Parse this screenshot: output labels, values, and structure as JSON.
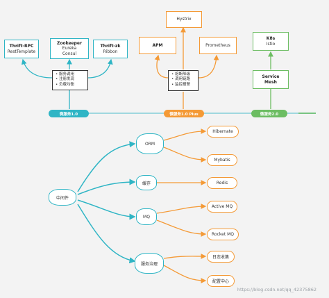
{
  "top_row": {
    "thrift_rpc": {
      "title": "Thrift-RPC",
      "sub": "RestTemplate"
    },
    "zookeeper": {
      "title": "Zookeeper",
      "sub1": "Eureka",
      "sub2": "Consul"
    },
    "thrift_zk": {
      "title": "Thrift-zk",
      "sub": "Ribbon"
    },
    "v1_list": [
      "• 服务调用",
      "• 注册发现",
      "• 负载均衡"
    ],
    "hystrix": "Hystrix",
    "apm": "APM",
    "prometheus": "Prometheus",
    "plus_list": [
      "• 熔断降级",
      "• 调用链路",
      "• 监控报警"
    ],
    "k8s": {
      "title": "K8s",
      "sub": "Istio"
    },
    "service_mesh": {
      "line1": "Service",
      "line2": "Mesh"
    }
  },
  "timeline": {
    "v1": "微服务1.0",
    "v1plus": "微服务1.0 Plus",
    "v2": "微服务2.0"
  },
  "mindmap": {
    "root": "中间件",
    "branches": {
      "orm": "ORM",
      "cache": "缓存",
      "mq": "MQ",
      "governance": "服务治理"
    },
    "leaves": {
      "hibernate": "Hibernate",
      "mybatis": "Mybatis",
      "redis": "Redis",
      "activemq": "Active MQ",
      "rocketmq": "Rocket MQ",
      "log": "日志收集",
      "config": "配置中心"
    }
  },
  "watermark": "https://blog.csdn.net/qq_42375862",
  "colors": {
    "teal": "#2fb5c5",
    "orange": "#f49a36",
    "green": "#6cbd62"
  }
}
